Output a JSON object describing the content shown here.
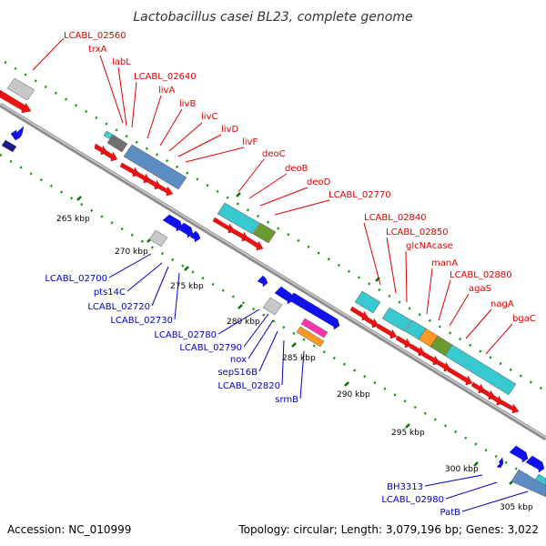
{
  "title": "Lactobacillus casei BL23, complete genome",
  "footer": {
    "accession": "Accession: NC_010999",
    "topology": "Topology: circular; Length: 3,079,196 bp; Genes: 3,022"
  },
  "colors": {
    "forward_label": "#dd0000",
    "reverse_label": "#0000bb",
    "forward_gene": "#ee0000",
    "reverse_gene": "#0000ee",
    "backbone": "#999999",
    "dots": "#009900",
    "cyan": "#33cccc",
    "steel_blue": "#4f81bd",
    "olive": "#669933",
    "orange": "#ff9900",
    "magenta": "#ff33aa",
    "grey": "#bbbbbb",
    "dark_grey": "#666666"
  },
  "ticks": [
    {
      "label": "265 kbp"
    },
    {
      "label": "270 kbp"
    },
    {
      "label": "275 kbp"
    },
    {
      "label": "280 kbp"
    },
    {
      "label": "285 kbp"
    },
    {
      "label": "290 kbp"
    },
    {
      "label": "295 kbp"
    },
    {
      "label": "300 kbp"
    },
    {
      "label": "305 kbp"
    }
  ],
  "forward_labels": [
    {
      "text": "LCABL_02560"
    },
    {
      "text": "trxA"
    },
    {
      "text": "labL"
    },
    {
      "text": "LCABL_02640"
    },
    {
      "text": "livA"
    },
    {
      "text": "livB"
    },
    {
      "text": "livC"
    },
    {
      "text": "livD"
    },
    {
      "text": "livF"
    },
    {
      "text": "deoC"
    },
    {
      "text": "deoB"
    },
    {
      "text": "deoD"
    },
    {
      "text": "LCABL_02770"
    },
    {
      "text": "LCABL_02840"
    },
    {
      "text": "LCABL_02850"
    },
    {
      "text": "glcNAcase"
    },
    {
      "text": "manA"
    },
    {
      "text": "LCABL_02880"
    },
    {
      "text": "agaS"
    },
    {
      "text": "nagA"
    },
    {
      "text": "bgaC"
    }
  ],
  "reverse_labels": [
    {
      "text": "LCABL_02700"
    },
    {
      "text": "pts14C"
    },
    {
      "text": "LCABL_02720"
    },
    {
      "text": "LCABL_02730"
    },
    {
      "text": "LCABL_02780"
    },
    {
      "text": "LCABL_02790"
    },
    {
      "text": "nox"
    },
    {
      "text": "sepS16B"
    },
    {
      "text": "LCABL_02820"
    },
    {
      "text": "srmB"
    },
    {
      "text": "BH3313"
    },
    {
      "text": "LCABL_02980"
    },
    {
      "text": "PatB"
    }
  ]
}
